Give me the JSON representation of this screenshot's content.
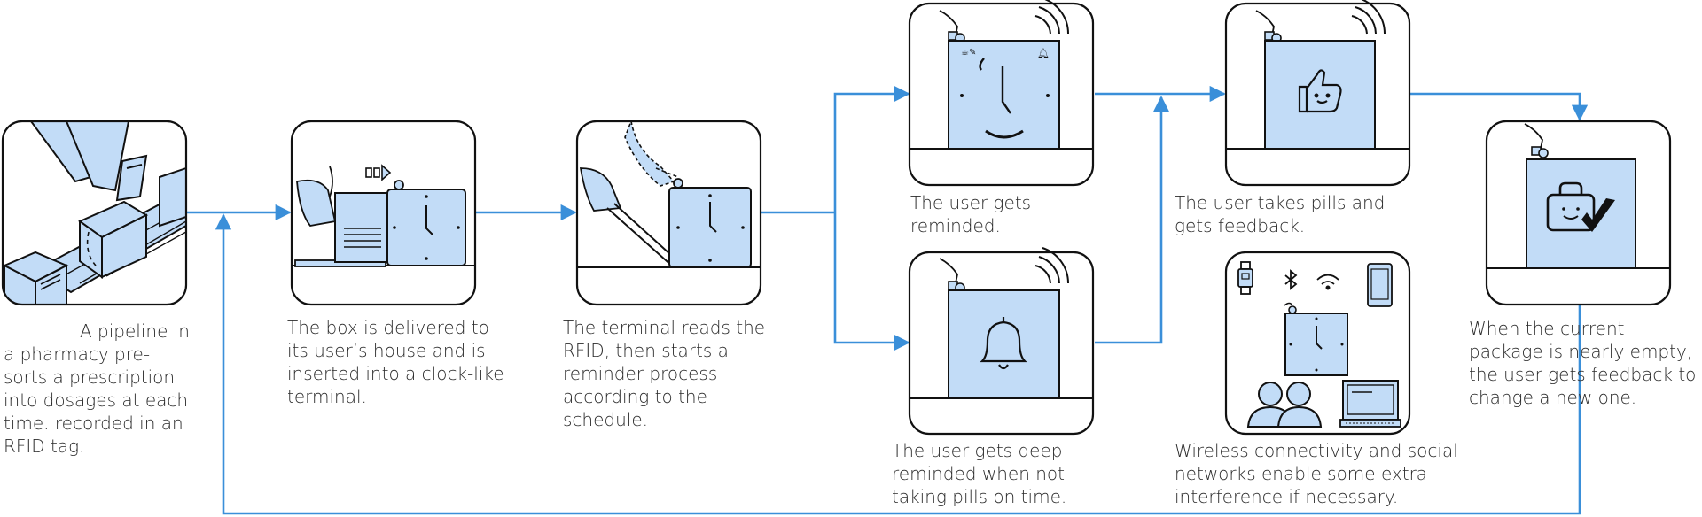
{
  "colors": {
    "arrow": "#3a8fd9",
    "panel_fill": "#c2dcf7",
    "outline": "#111111",
    "background": "#ffffff"
  },
  "steps": [
    {
      "id": "pharmacy",
      "caption": "A pipeline in a pharmacy pre-sorts a prescription into dosages at each time. recorded in an RFID tag."
    },
    {
      "id": "delivery",
      "caption": "The box is delivered to its user’s house and is inserted into a clock-like terminal."
    },
    {
      "id": "terminal",
      "caption": "The terminal  reads the RFID, then starts a reminder process according to the schedule."
    },
    {
      "id": "reminded",
      "caption": "The user gets reminded."
    },
    {
      "id": "deep-reminded",
      "caption": "The user gets deep reminded when not taking pills on time."
    },
    {
      "id": "feedback",
      "caption": "The user takes pills and gets feedback."
    },
    {
      "id": "wireless",
      "caption": "Wireless connectivity and social networks enable some extra interference if necessary."
    },
    {
      "id": "refill",
      "caption": "When the current package is nearly empty, the user gets feedback to change a new one."
    }
  ],
  "icons": [
    "pharmacy-pipeline-icon",
    "delivery-hand-icon",
    "rfid-reader-icon",
    "clock-face-icon",
    "bell-icon",
    "thumbs-up-icon",
    "watch-icon",
    "bluetooth-icon",
    "wifi-icon",
    "phone-icon",
    "people-icon",
    "computer-icon",
    "package-check-icon"
  ]
}
